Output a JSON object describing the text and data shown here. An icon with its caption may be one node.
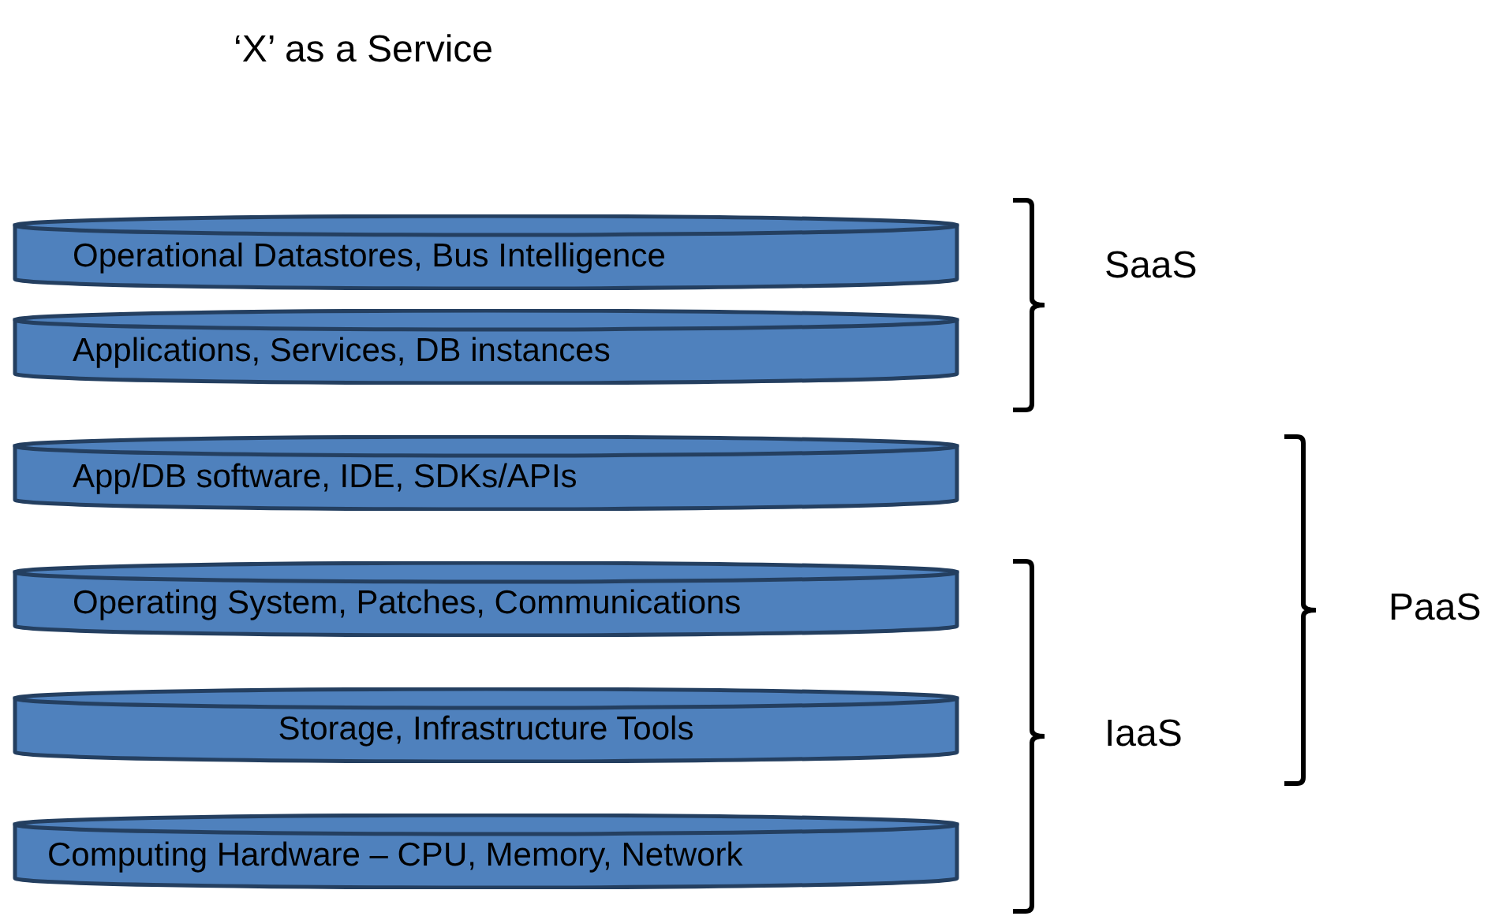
{
  "diagram": {
    "title": "‘X’ as a Service",
    "nodes": [
      {
        "text": [
          "Operational Datastores, Bus Intelligence"
        ]
      },
      {
        "text": [
          "Applications, Services, DB instances"
        ]
      },
      {
        "text": [
          "App/DB software, IDE, SDKs/APIs"
        ]
      },
      {
        "text": [
          "Operating System, Patches, Communications"
        ]
      },
      {
        "text": [
          "Storage, Infrastructure Tools"
        ]
      },
      {
        "text": [
          "Computing Hardware – CPU, Memory, Network"
        ]
      }
    ],
    "labels": [
      "SaaS",
      "PaaS",
      "IaaS"
    ]
  }
}
